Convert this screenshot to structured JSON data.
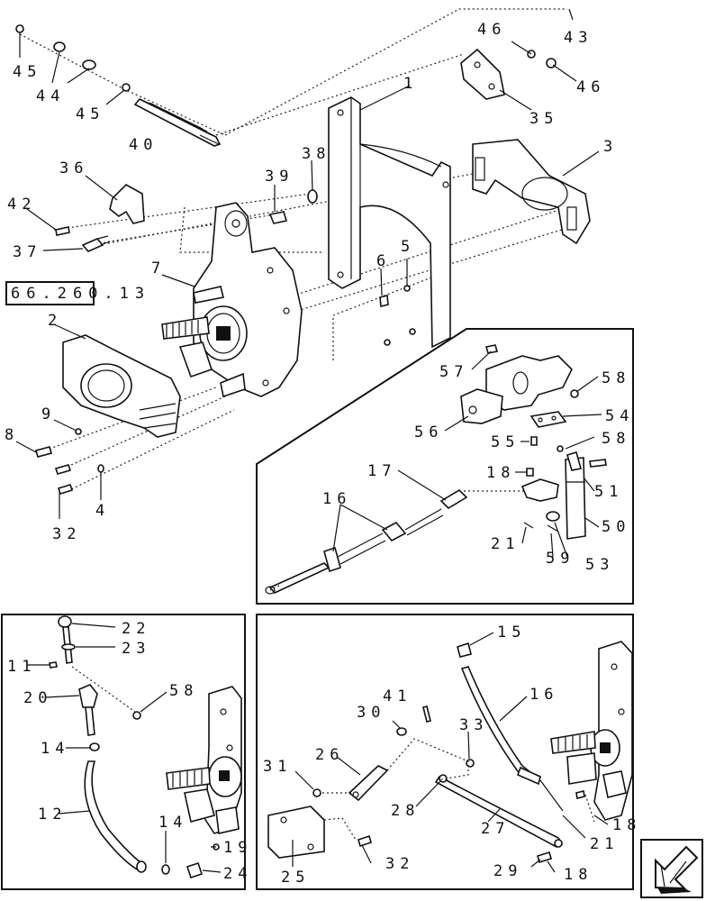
{
  "reference_box": {
    "text": "66.260.13"
  },
  "main_callouts": [
    "46",
    "43",
    "45",
    "44",
    "45",
    "46",
    "1",
    "35",
    "3",
    "40",
    "38",
    "36",
    "39",
    "42",
    "37",
    "6",
    "5",
    "7",
    "2",
    "9",
    "8",
    "4",
    "32"
  ],
  "cable_callouts": [
    "57",
    "58",
    "54",
    "56",
    "55",
    "58",
    "17",
    "18",
    "16",
    "51",
    "50",
    "21",
    "59",
    "53"
  ],
  "left_callouts": [
    "22",
    "23",
    "11",
    "20",
    "58",
    "14",
    "12",
    "14",
    "19",
    "24"
  ],
  "right_callouts": [
    "15",
    "41",
    "16",
    "30",
    "33",
    "26",
    "31",
    "28",
    "18",
    "27",
    "21",
    "25",
    "32",
    "29",
    "18"
  ]
}
